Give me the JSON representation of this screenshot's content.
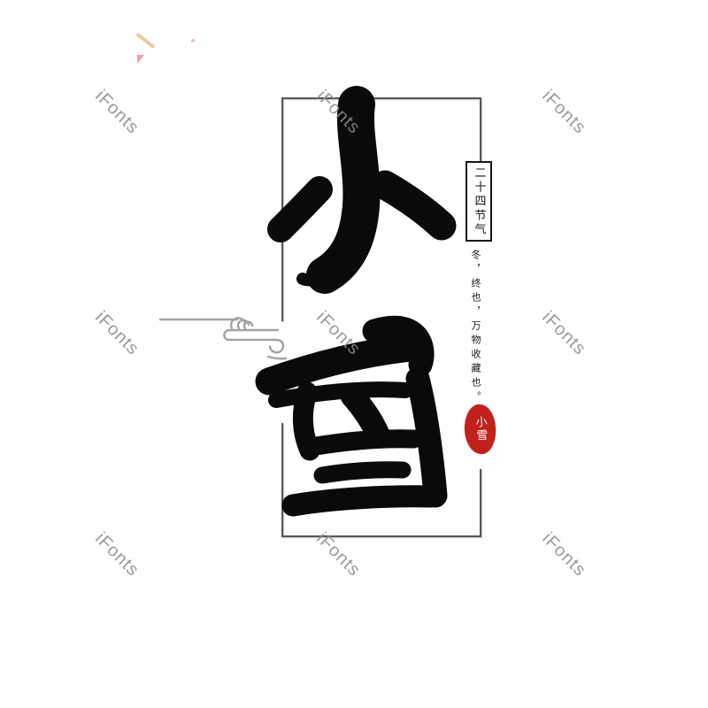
{
  "artboard": {
    "background": "#ffffff"
  },
  "watermark": {
    "text": "iFonts",
    "color": "#8c8c8c",
    "count": 9,
    "rotation_deg": 45
  },
  "frame": {
    "color": "#565656",
    "highlight_color": "#cdcdcd"
  },
  "artwork": {
    "title": "小雪",
    "characters": [
      "小",
      "雪"
    ],
    "ink_color": "#0a0a0a",
    "cloud_color": "#a3a3a3"
  },
  "side_label": {
    "text": "二十四节气",
    "background": "#ffffff",
    "border_color": "#161616",
    "text_color": "#161616"
  },
  "quote": {
    "text": "冬，终也，万物收藏也。",
    "text_color": "#141414"
  },
  "seal": {
    "text": "小雪",
    "background": "#c2201b",
    "text_color": "#ffffff"
  }
}
